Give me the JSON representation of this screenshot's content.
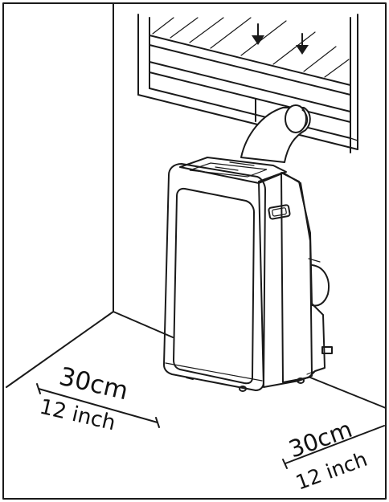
{
  "diagram": {
    "left_clearance": {
      "value": "30cm",
      "imperial": "12 inch"
    },
    "right_clearance": {
      "value": "30cm",
      "imperial": "12 inch"
    }
  },
  "colors": {
    "line": "#1a1a1a",
    "background": "#ffffff",
    "unit_fill": "#ffffff"
  },
  "icons": [
    "airflow-arrow-icon",
    "airflow-arrow-icon"
  ]
}
